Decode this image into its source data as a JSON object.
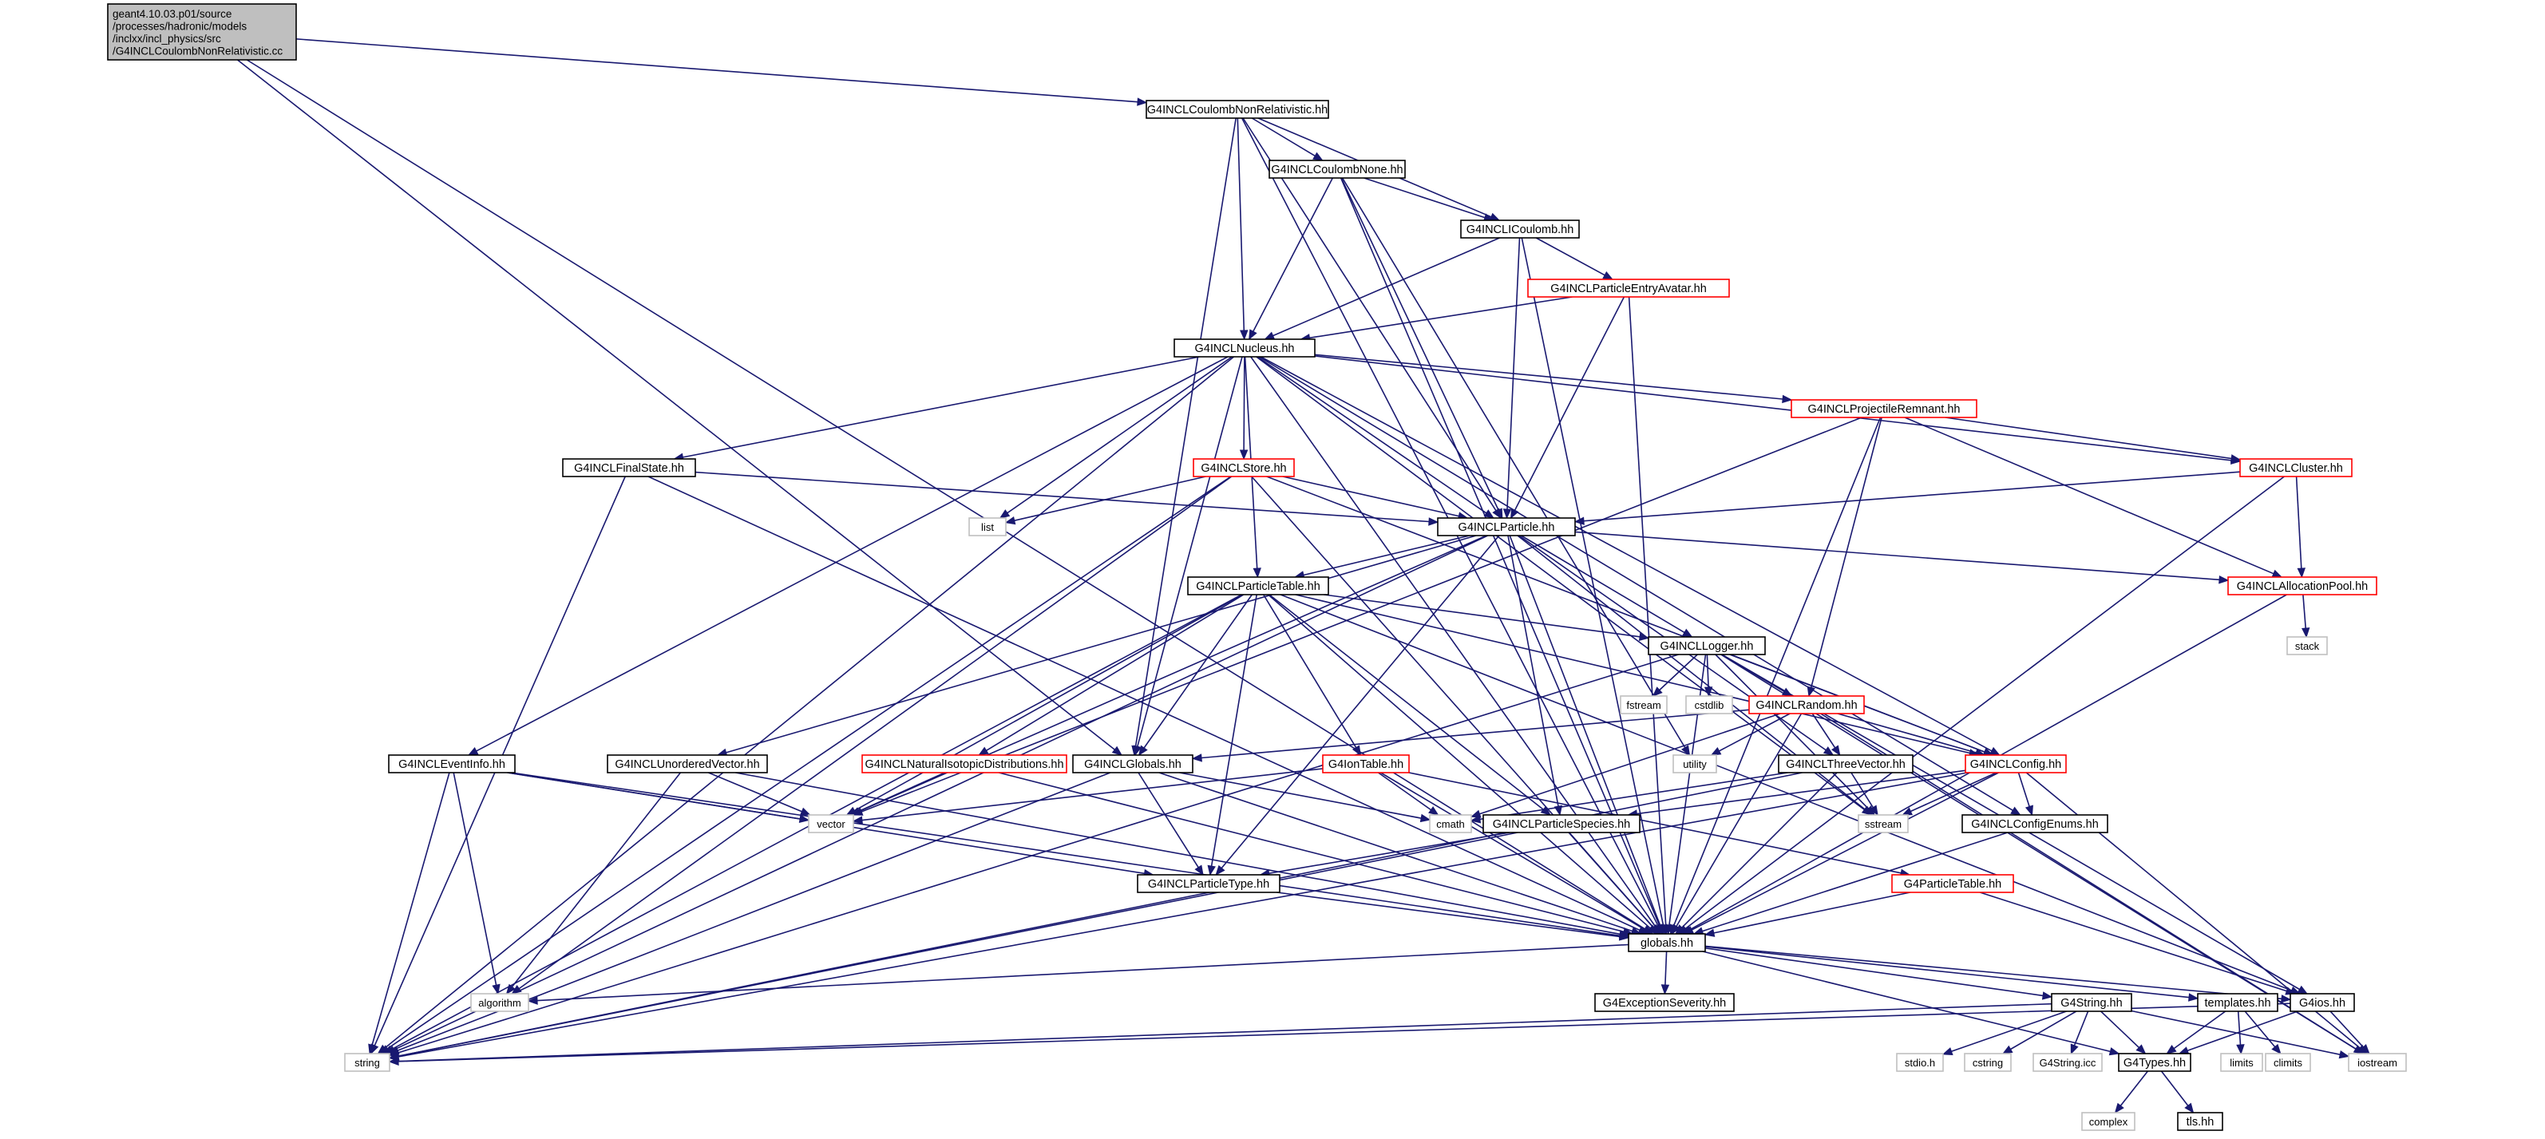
{
  "diagram": {
    "colors": {
      "edge": "#191970",
      "root_fill": "#bfbfbf",
      "root_border": "#000000",
      "documented_border": "#000000",
      "incomplete_border": "#ff0000",
      "external_border": "#bfbfbf",
      "node_fill": "#ffffff"
    },
    "root": {
      "id": "root",
      "lines": [
        "geant4.10.03.p01/source",
        "/processes/hadronic/models",
        "/inclxx/incl_physics/src",
        "/G4INCLCoulombNonRelativistic.cc"
      ]
    },
    "nodes": [
      {
        "id": "coulombNonRel",
        "label": "G4INCLCoulombNonRelativistic.hh",
        "style": "documented"
      },
      {
        "id": "coulombNone",
        "label": "G4INCLCoulombNone.hh",
        "style": "documented"
      },
      {
        "id": "icoulomb",
        "label": "G4INCLICoulomb.hh",
        "style": "documented"
      },
      {
        "id": "entryAvatar",
        "label": "G4INCLParticleEntryAvatar.hh",
        "style": "incomplete"
      },
      {
        "id": "nucleus",
        "label": "G4INCLNucleus.hh",
        "style": "documented"
      },
      {
        "id": "projRemnant",
        "label": "G4INCLProjectileRemnant.hh",
        "style": "incomplete"
      },
      {
        "id": "cluster",
        "label": "G4INCLCluster.hh",
        "style": "incomplete"
      },
      {
        "id": "finalState",
        "label": "G4INCLFinalState.hh",
        "style": "documented"
      },
      {
        "id": "store",
        "label": "G4INCLStore.hh",
        "style": "incomplete"
      },
      {
        "id": "list",
        "label": "list",
        "style": "external"
      },
      {
        "id": "particle",
        "label": "G4INCLParticle.hh",
        "style": "documented"
      },
      {
        "id": "allocPool",
        "label": "G4INCLAllocationPool.hh",
        "style": "incomplete"
      },
      {
        "id": "stack",
        "label": "stack",
        "style": "external"
      },
      {
        "id": "particleTable",
        "label": "G4INCLParticleTable.hh",
        "style": "documented"
      },
      {
        "id": "logger",
        "label": "G4INCLLogger.hh",
        "style": "documented"
      },
      {
        "id": "fstream",
        "label": "fstream",
        "style": "external"
      },
      {
        "id": "cstdlib",
        "label": "cstdlib",
        "style": "external"
      },
      {
        "id": "random",
        "label": "G4INCLRandom.hh",
        "style": "incomplete"
      },
      {
        "id": "eventInfo",
        "label": "G4INCLEventInfo.hh",
        "style": "documented"
      },
      {
        "id": "unorderedVector",
        "label": "G4INCLUnorderedVector.hh",
        "style": "documented"
      },
      {
        "id": "naturalIso",
        "label": "G4INCLNaturalIsotopicDistributions.hh",
        "style": "incomplete"
      },
      {
        "id": "globals",
        "label": "G4INCLGlobals.hh",
        "style": "documented"
      },
      {
        "id": "ionTable",
        "label": "G4IonTable.hh",
        "style": "incomplete"
      },
      {
        "id": "utility",
        "label": "utility",
        "style": "external"
      },
      {
        "id": "threeVector",
        "label": "G4INCLThreeVector.hh",
        "style": "documented"
      },
      {
        "id": "config",
        "label": "G4INCLConfig.hh",
        "style": "incomplete"
      },
      {
        "id": "vector",
        "label": "vector",
        "style": "external"
      },
      {
        "id": "cmath",
        "label": "cmath",
        "style": "external"
      },
      {
        "id": "particleSpecies",
        "label": "G4INCLParticleSpecies.hh",
        "style": "documented"
      },
      {
        "id": "sstream",
        "label": "sstream",
        "style": "external"
      },
      {
        "id": "configEnums",
        "label": "G4INCLConfigEnums.hh",
        "style": "documented"
      },
      {
        "id": "particleType",
        "label": "G4INCLParticleType.hh",
        "style": "documented"
      },
      {
        "id": "g4ParticleTable",
        "label": "G4ParticleTable.hh",
        "style": "incomplete"
      },
      {
        "id": "globalsHH",
        "label": "globals.hh",
        "style": "documented"
      },
      {
        "id": "algorithm",
        "label": "algorithm",
        "style": "external"
      },
      {
        "id": "exceptionSeverity",
        "label": "G4ExceptionSeverity.hh",
        "style": "documented"
      },
      {
        "id": "g4String",
        "label": "G4String.hh",
        "style": "documented"
      },
      {
        "id": "templates",
        "label": "templates.hh",
        "style": "documented"
      },
      {
        "id": "g4ios",
        "label": "G4ios.hh",
        "style": "documented"
      },
      {
        "id": "string",
        "label": "string",
        "style": "external"
      },
      {
        "id": "stdio",
        "label": "stdio.h",
        "style": "external"
      },
      {
        "id": "cstring",
        "label": "cstring",
        "style": "external"
      },
      {
        "id": "g4StringIcc",
        "label": "G4String.icc",
        "style": "external"
      },
      {
        "id": "g4Types",
        "label": "G4Types.hh",
        "style": "documented"
      },
      {
        "id": "limits",
        "label": "limits",
        "style": "external"
      },
      {
        "id": "climits",
        "label": "climits",
        "style": "external"
      },
      {
        "id": "iostream",
        "label": "iostream",
        "style": "external"
      },
      {
        "id": "complex",
        "label": "complex",
        "style": "external"
      },
      {
        "id": "tls",
        "label": "tls.hh",
        "style": "documented"
      }
    ],
    "edges": [
      [
        "root",
        "coulombNonRel"
      ],
      [
        "root",
        "globalsHH"
      ],
      [
        "root",
        "globals"
      ],
      [
        "coulombNonRel",
        "coulombNone"
      ],
      [
        "coulombNonRel",
        "icoulomb"
      ],
      [
        "coulombNonRel",
        "nucleus"
      ],
      [
        "coulombNonRel",
        "particle"
      ],
      [
        "coulombNonRel",
        "globals"
      ],
      [
        "coulombNonRel",
        "globalsHH"
      ],
      [
        "coulombNone",
        "icoulomb"
      ],
      [
        "coulombNone",
        "nucleus"
      ],
      [
        "coulombNone",
        "particle"
      ],
      [
        "coulombNone",
        "utility"
      ],
      [
        "coulombNone",
        "globalsHH"
      ],
      [
        "icoulomb",
        "entryAvatar"
      ],
      [
        "icoulomb",
        "nucleus"
      ],
      [
        "icoulomb",
        "particle"
      ],
      [
        "icoulomb",
        "globalsHH"
      ],
      [
        "entryAvatar",
        "nucleus"
      ],
      [
        "entryAvatar",
        "particle"
      ],
      [
        "entryAvatar",
        "globalsHH"
      ],
      [
        "nucleus",
        "projRemnant"
      ],
      [
        "nucleus",
        "cluster"
      ],
      [
        "nucleus",
        "finalState"
      ],
      [
        "nucleus",
        "store"
      ],
      [
        "nucleus",
        "list"
      ],
      [
        "nucleus",
        "particle"
      ],
      [
        "nucleus",
        "particleTable"
      ],
      [
        "nucleus",
        "eventInfo"
      ],
      [
        "nucleus",
        "globals"
      ],
      [
        "nucleus",
        "config"
      ],
      [
        "nucleus",
        "sstream"
      ],
      [
        "nucleus",
        "configEnums"
      ],
      [
        "nucleus",
        "string"
      ],
      [
        "nucleus",
        "globalsHH"
      ],
      [
        "projRemnant",
        "cluster"
      ],
      [
        "projRemnant",
        "allocPool"
      ],
      [
        "projRemnant",
        "random"
      ],
      [
        "projRemnant",
        "vector"
      ],
      [
        "projRemnant",
        "globalsHH"
      ],
      [
        "cluster",
        "particle"
      ],
      [
        "cluster",
        "allocPool"
      ],
      [
        "cluster",
        "globalsHH"
      ],
      [
        "finalState",
        "particle"
      ],
      [
        "finalState",
        "string"
      ],
      [
        "finalState",
        "globalsHH"
      ],
      [
        "store",
        "particle"
      ],
      [
        "store",
        "list"
      ],
      [
        "store",
        "config"
      ],
      [
        "store",
        "algorithm"
      ],
      [
        "store",
        "string"
      ],
      [
        "store",
        "globalsHH"
      ],
      [
        "particle",
        "allocPool"
      ],
      [
        "particle",
        "particleTable"
      ],
      [
        "particle",
        "logger"
      ],
      [
        "particle",
        "threeVector"
      ],
      [
        "particle",
        "unorderedVector"
      ],
      [
        "particle",
        "particleSpecies"
      ],
      [
        "particle",
        "particleType"
      ],
      [
        "particle",
        "sstream"
      ],
      [
        "particle",
        "vector"
      ],
      [
        "particle",
        "string"
      ],
      [
        "particle",
        "globalsHH"
      ],
      [
        "allocPool",
        "stack"
      ],
      [
        "allocPool",
        "globalsHH"
      ],
      [
        "particleTable",
        "logger"
      ],
      [
        "particleTable",
        "config"
      ],
      [
        "particleTable",
        "naturalIso"
      ],
      [
        "particleTable",
        "globals"
      ],
      [
        "particleTable",
        "ionTable"
      ],
      [
        "particleTable",
        "particleSpecies"
      ],
      [
        "particleTable",
        "particleType"
      ],
      [
        "particleTable",
        "vector"
      ],
      [
        "particleTable",
        "g4ios"
      ],
      [
        "particleTable",
        "string"
      ],
      [
        "particleTable",
        "globalsHH"
      ],
      [
        "logger",
        "fstream"
      ],
      [
        "logger",
        "cstdlib"
      ],
      [
        "logger",
        "random"
      ],
      [
        "logger",
        "config"
      ],
      [
        "logger",
        "sstream"
      ],
      [
        "logger",
        "g4ios"
      ],
      [
        "logger",
        "iostream"
      ],
      [
        "logger",
        "string"
      ],
      [
        "logger",
        "globalsHH"
      ],
      [
        "random",
        "globals"
      ],
      [
        "random",
        "utility"
      ],
      [
        "random",
        "threeVector"
      ],
      [
        "random",
        "config"
      ],
      [
        "random",
        "cmath"
      ],
      [
        "random",
        "iostream"
      ],
      [
        "random",
        "globalsHH"
      ],
      [
        "eventInfo",
        "vector"
      ],
      [
        "eventInfo",
        "particleType"
      ],
      [
        "eventInfo",
        "algorithm"
      ],
      [
        "eventInfo",
        "string"
      ],
      [
        "eventInfo",
        "globalsHH"
      ],
      [
        "unorderedVector",
        "vector"
      ],
      [
        "unorderedVector",
        "algorithm"
      ],
      [
        "unorderedVector",
        "globalsHH"
      ],
      [
        "naturalIso",
        "vector"
      ],
      [
        "naturalIso",
        "globalsHH"
      ],
      [
        "globals",
        "cmath"
      ],
      [
        "globals",
        "particleType"
      ],
      [
        "globals",
        "string"
      ],
      [
        "globals",
        "globalsHH"
      ],
      [
        "ionTable",
        "cmath"
      ],
      [
        "ionTable",
        "vector"
      ],
      [
        "ionTable",
        "g4ParticleTable"
      ],
      [
        "ionTable",
        "globalsHH"
      ],
      [
        "threeVector",
        "cmath"
      ],
      [
        "threeVector",
        "sstream"
      ],
      [
        "threeVector",
        "string"
      ],
      [
        "threeVector",
        "globalsHH"
      ],
      [
        "config",
        "particleSpecies"
      ],
      [
        "config",
        "configEnums"
      ],
      [
        "config",
        "sstream"
      ],
      [
        "config",
        "iostream"
      ],
      [
        "config",
        "string"
      ],
      [
        "config",
        "globalsHH"
      ],
      [
        "particleSpecies",
        "particleType"
      ],
      [
        "particleSpecies",
        "string"
      ],
      [
        "particleSpecies",
        "globalsHH"
      ],
      [
        "configEnums",
        "globalsHH"
      ],
      [
        "particleType",
        "globalsHH"
      ],
      [
        "g4ParticleTable",
        "globalsHH"
      ],
      [
        "g4ParticleTable",
        "g4ios"
      ],
      [
        "globalsHH",
        "algorithm"
      ],
      [
        "globalsHH",
        "exceptionSeverity"
      ],
      [
        "globalsHH",
        "g4String"
      ],
      [
        "globalsHH",
        "templates"
      ],
      [
        "globalsHH",
        "g4ios"
      ],
      [
        "globalsHH",
        "g4Types"
      ],
      [
        "g4String",
        "stdio"
      ],
      [
        "g4String",
        "cstring"
      ],
      [
        "g4String",
        "g4StringIcc"
      ],
      [
        "g4String",
        "g4Types"
      ],
      [
        "g4String",
        "iostream"
      ],
      [
        "g4String",
        "string"
      ],
      [
        "templates",
        "limits"
      ],
      [
        "templates",
        "climits"
      ],
      [
        "templates",
        "g4Types"
      ],
      [
        "g4ios",
        "g4Types"
      ],
      [
        "g4ios",
        "iostream"
      ],
      [
        "g4ios",
        "string"
      ],
      [
        "g4Types",
        "complex"
      ],
      [
        "g4Types",
        "tls"
      ]
    ]
  }
}
